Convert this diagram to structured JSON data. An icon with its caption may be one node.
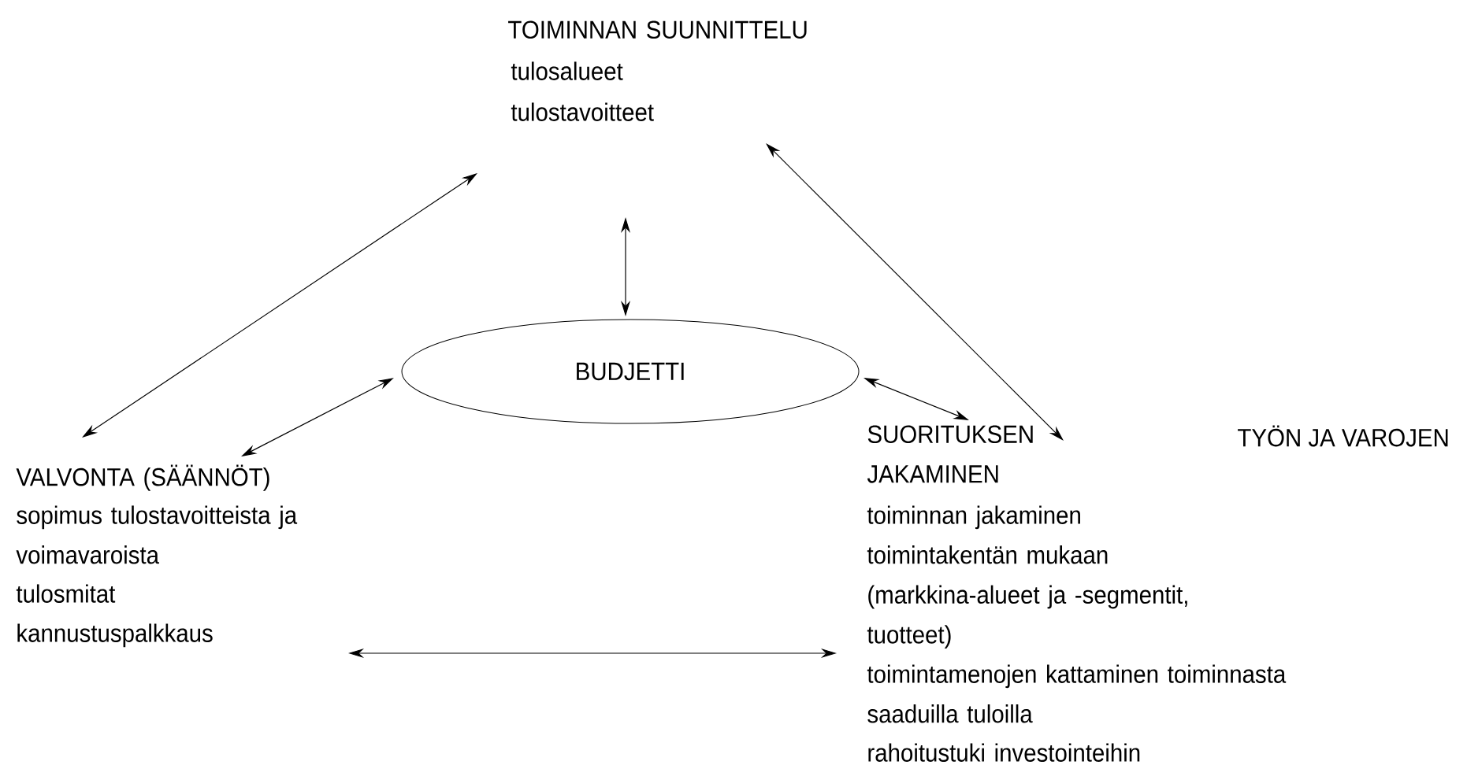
{
  "diagram": {
    "nodes": [
      {
        "text": [
          "TOIMINNAN SUUNNITTELU",
          "tulosalueet",
          "tulostavoitteet"
        ]
      },
      {
        "text": [
          "BUDJETTI"
        ]
      },
      {
        "text": [
          "VALVONTA (SÄÄNNÖT)",
          "sopimus tulostavoitteista ja voimavaroista",
          "tulosmitat",
          "kannustuspalkkaus"
        ]
      },
      {
        "text": [
          "SUORITUKSEN JAKAMINEN",
          "toiminnan jakaminen toimintakentän mukaan (markkina-alueet ja -segmentit, tuotteet)",
          "toimintamenojen kattaminen toiminnasta saaduilla tuloilla",
          "rahoitustuki investointeihin"
        ]
      }
    ],
    "edges": [
      {
        "from": 2,
        "to": 0,
        "arrow": "both"
      },
      {
        "from": 0,
        "to": 3,
        "arrow": "both"
      },
      {
        "from": 0,
        "to": 1,
        "arrow": "both"
      },
      {
        "from": 1,
        "to": 2,
        "arrow": "both"
      },
      {
        "from": 1,
        "to": 3,
        "arrow": "both"
      },
      {
        "from": 2,
        "to": 3,
        "arrow": "both"
      }
    ],
    "labels": [
      "TYÖN JA VAROJEN"
    ]
  }
}
